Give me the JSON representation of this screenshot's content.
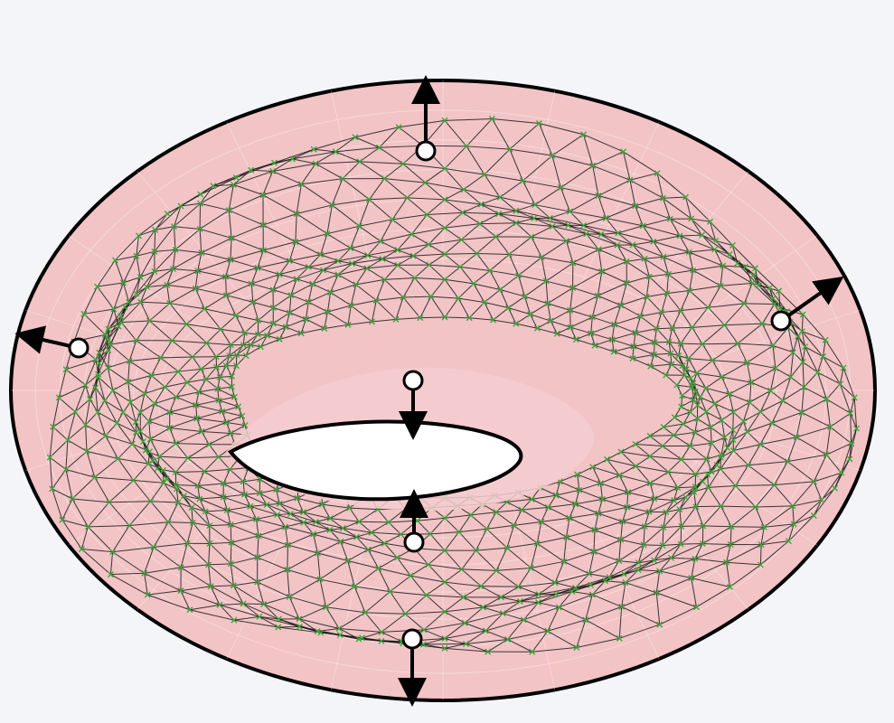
{
  "figure": {
    "subject": "torus-with-inner-mesh",
    "colors": {
      "background": "#f3f5f8",
      "outer_surface_fill": "#f2c4c6",
      "outer_surface_stroke": "#000000",
      "surface_grid": "#ffffff",
      "mesh_edge": "#1a1a1a",
      "mesh_vertex": "#3fa33a",
      "hole_fill": "#ffffff",
      "arrow": "#000000",
      "handle_fill": "#ffffff",
      "handle_stroke": "#000000"
    },
    "icons": {
      "normal_arrow": "arrow-icon",
      "control_point": "circle-handle-icon",
      "mesh_vertex": "x-mark-icon"
    },
    "control_points": [
      {
        "id": "top-outer",
        "direction": "outward-up"
      },
      {
        "id": "right-outer",
        "direction": "outward-right"
      },
      {
        "id": "left-outer",
        "direction": "outward-left"
      },
      {
        "id": "inner-top",
        "direction": "inward-down"
      },
      {
        "id": "inner-bottom",
        "direction": "inward-up"
      },
      {
        "id": "bottom-outer",
        "direction": "outward-down"
      }
    ]
  }
}
